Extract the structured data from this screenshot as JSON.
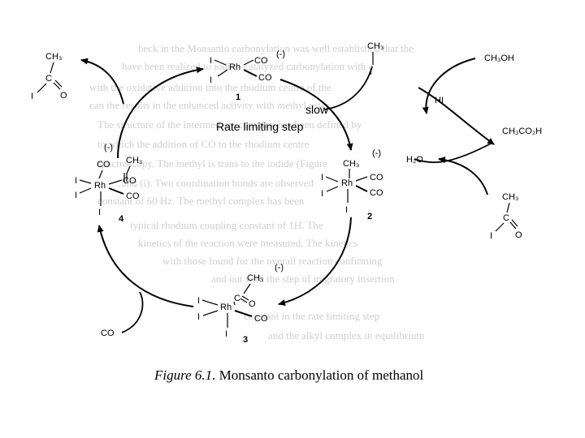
{
  "caption": {
    "figure_label": "Figure 6.1.",
    "text": "Monsanto carbonylation of methanol"
  },
  "annotations": {
    "rate_limiting": "Rate limiting step",
    "slow": "slow"
  },
  "species": {
    "methanol": "CH₃OH",
    "acetic_acid": "CH₃CO₂H",
    "hi": "HI",
    "water": "H₂O",
    "methyl_iodide": "CH₃",
    "carbon_monoxide": "CO",
    "acetyl_iodide_methyl": "CH₃"
  },
  "complexes": {
    "c1": {
      "number": "1",
      "charge": "(-)"
    },
    "c2": {
      "number": "2",
      "charge": "(-)"
    },
    "c3": {
      "number": "3",
      "charge": "(-)"
    },
    "c4": {
      "number": "4",
      "charge": "(-)"
    }
  },
  "atoms": {
    "rh": "Rh",
    "i": "I",
    "co": "CO",
    "c": "C",
    "o": "O",
    "ch3": "CH₃"
  }
}
